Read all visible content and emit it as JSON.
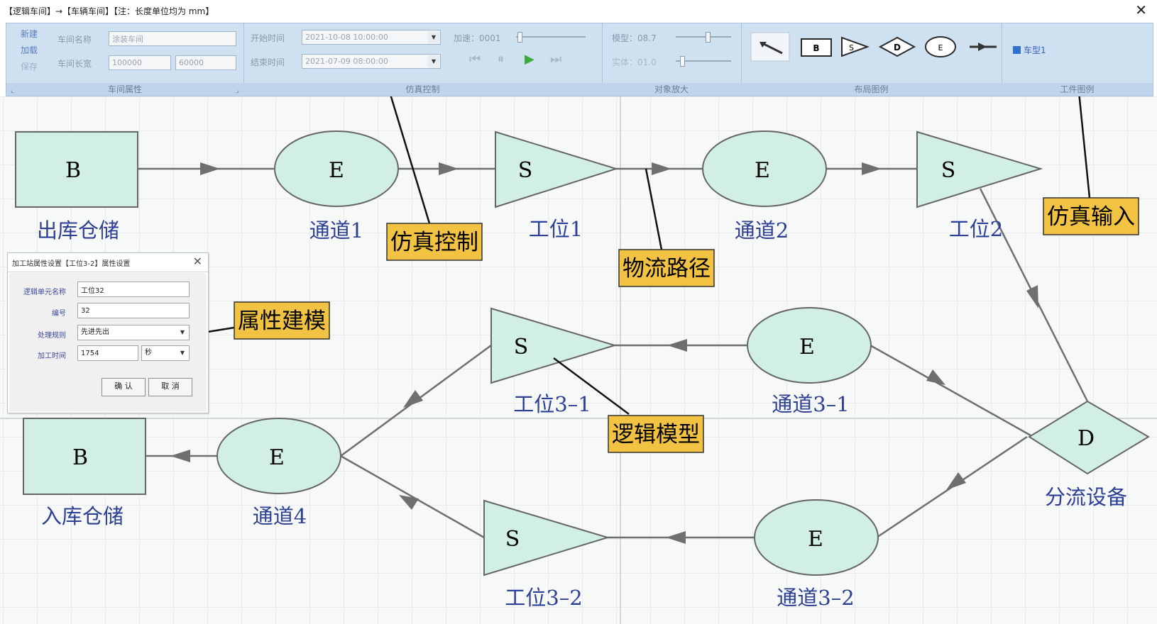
{
  "window": {
    "title": "【逻辑车间】→【车辆车间】【注：长度单位均为 mm】",
    "close_symbol": "✕"
  },
  "ribbon": {
    "workshop": {
      "new_label": "新建",
      "load_label": "加载",
      "save_label": "保存",
      "name_label": "车间名称",
      "name_value": "涂装车间",
      "size_label": "车间长宽",
      "length_value": "100000",
      "width_value": "60000",
      "group_label": "车间属性"
    },
    "sim": {
      "start_label": "开始时间",
      "start_value": "2021-10-08 10:00:00",
      "end_label": "结束时间",
      "end_value": "2021-07-09 08:00:00",
      "speed_label": "加速：0001",
      "group_label": "仿真控制"
    },
    "zoom": {
      "model_label": "模型：08.7",
      "entity_label": "实体：01.0",
      "group_label": "对象放大",
      "model_level": 0.55,
      "entity_level": 0.1
    },
    "layout_legend": {
      "group_label": "布局图例",
      "b": "B",
      "s": "S",
      "d": "D",
      "e": "E"
    },
    "workpiece_legend": {
      "item": "车型1",
      "group_label": "工件图例",
      "color": "#2e6fd0"
    }
  },
  "diagram": {
    "letters": {
      "b": "B",
      "e": "E",
      "s": "S",
      "d": "D"
    },
    "labels": {
      "out_storage": "出库仓储",
      "ch1": "通道1",
      "st1": "工位1",
      "ch2": "通道2",
      "st2": "工位2",
      "st31": "工位3–1",
      "ch31": "通道3–1",
      "in_storage": "入库仓储",
      "ch4": "通道4",
      "diverter": "分流设备",
      "st32": "工位3–2",
      "ch32": "通道3–2"
    },
    "callouts": {
      "sim_control": "仿真控制",
      "logistics": "物流路径",
      "sim_input": "仿真输入",
      "attr_model": "属性建模",
      "logic_model": "逻辑模型"
    },
    "colors": {
      "node_fill": "#d2efe4",
      "callout": "#f2c242",
      "label": "#2d3f92"
    }
  },
  "dialog": {
    "title": "加工站属性设置【工位3-2】属性设置",
    "close_symbol": "✕",
    "rows": [
      {
        "label": "逻辑单元名称",
        "value": "工位32"
      },
      {
        "label": "编号",
        "value": "32"
      },
      {
        "label": "处理规则",
        "value": "先进先出"
      },
      {
        "label": "加工时间",
        "value": "1754",
        "unit": "秒"
      }
    ],
    "ok_label": "确 认",
    "cancel_label": "取 消"
  }
}
